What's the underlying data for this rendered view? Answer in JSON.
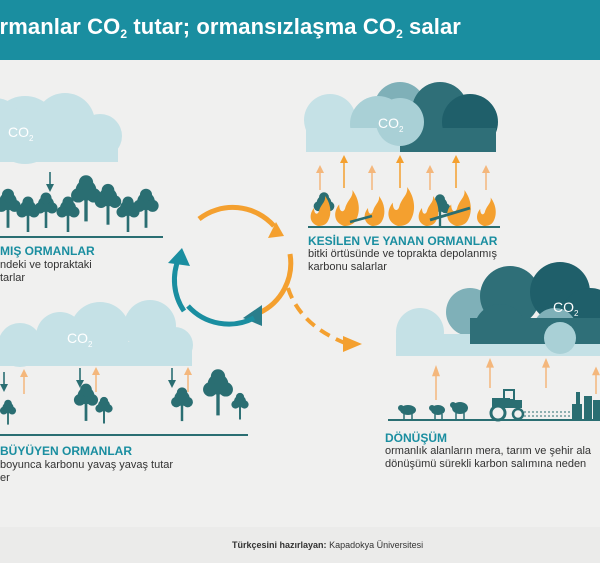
{
  "banner": {
    "part1": "ormanlar CO",
    "sub1": "2",
    "part2": " tutar; ormansızlaşma CO",
    "sub2": "2",
    "part3": " salar"
  },
  "co2": {
    "main": "CO",
    "sub": "2"
  },
  "left_top": {
    "title": "MIŞ ORMANLAR",
    "line1": "ndeki ve topraktaki",
    "line2": "tarlar"
  },
  "right_top": {
    "title": "KESİLEN VE YANAN ORMANLAR",
    "line1": "bitki örtüsünde ve toprakta depolanmış",
    "line2": "karbonu salarlar"
  },
  "left_bottom": {
    "title": "BÜYÜYEN ORMANLAR",
    "line1": "boyunca karbonu yavaş yavaş tutar",
    "line2": "er"
  },
  "right_bottom": {
    "title": "DÖNÜŞÜM",
    "line1": "ormanlık alanların mera, tarım ve şehir ala",
    "line2": "dönüşümü sürekli karbon salımına neden"
  },
  "footer": {
    "label": "Türkçesini hazırlayan:",
    "org": "Kapadokya Üniversitesi"
  },
  "colors": {
    "teal": "#1a8ea0",
    "dark_teal": "#1f5f6a",
    "tree": "#2a6e72",
    "light_cloud": "#c5e1e6",
    "orange": "#f4a02f",
    "arrow_light": "#f4b77c"
  }
}
